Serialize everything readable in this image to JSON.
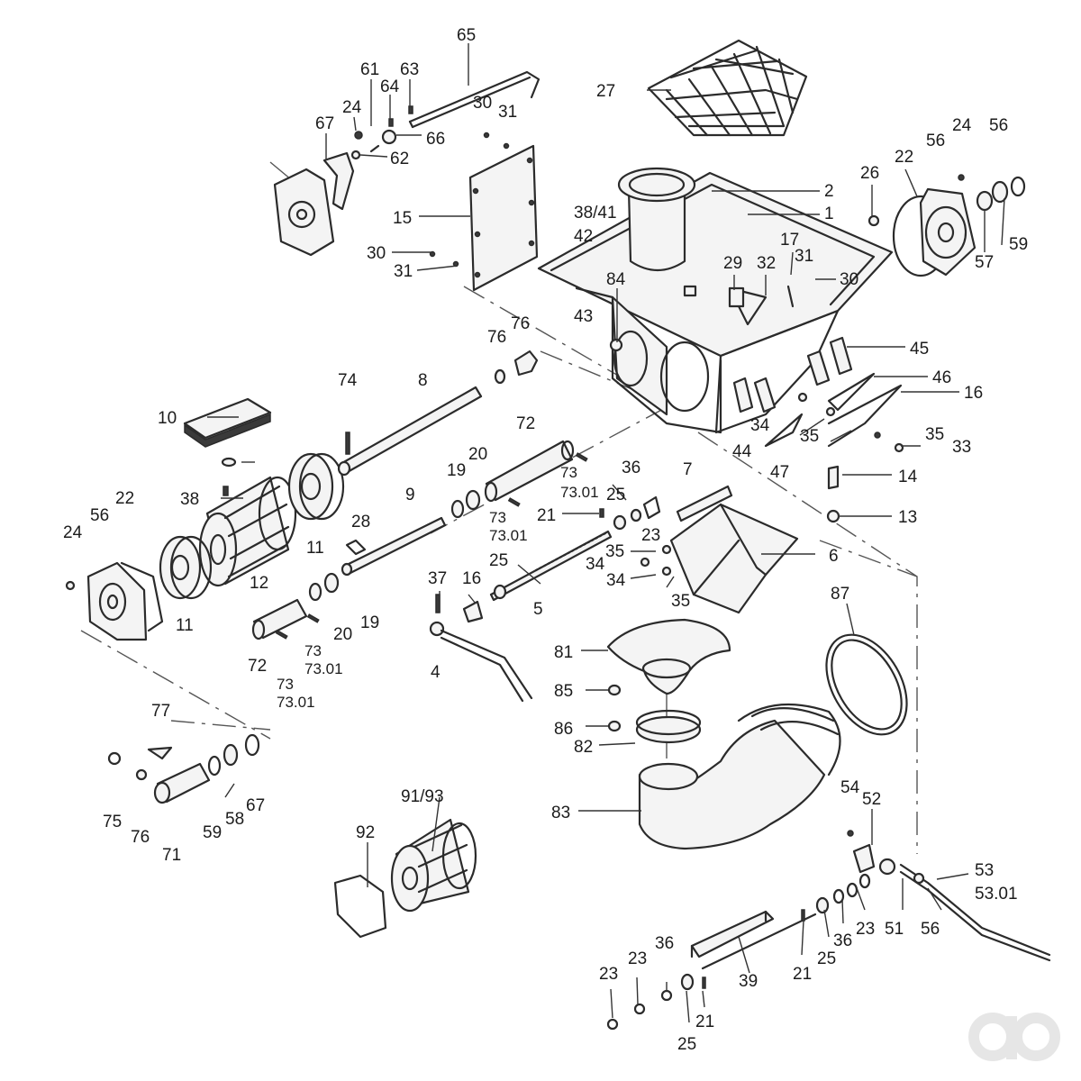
{
  "brand": {
    "logo": "ao-logo",
    "logo_color": "#e6e6e6"
  },
  "callouts": [
    {
      "id": "c65a",
      "text": "65"
    },
    {
      "id": "c61",
      "text": "61"
    },
    {
      "id": "c63",
      "text": "63"
    },
    {
      "id": "c64",
      "text": "64"
    },
    {
      "id": "c24a",
      "text": "24"
    },
    {
      "id": "c30a",
      "text": "30"
    },
    {
      "id": "c31a",
      "text": "31"
    },
    {
      "id": "c66",
      "text": "66"
    },
    {
      "id": "c67a",
      "text": "67"
    },
    {
      "id": "c62",
      "text": "62"
    },
    {
      "id": "c27",
      "text": "27"
    },
    {
      "id": "c15",
      "text": "15"
    },
    {
      "id": "c3841",
      "text": "38/41"
    },
    {
      "id": "c42",
      "text": "42"
    },
    {
      "id": "c30b",
      "text": "30"
    },
    {
      "id": "c31b",
      "text": "31"
    },
    {
      "id": "c2",
      "text": "2"
    },
    {
      "id": "c1",
      "text": "1"
    },
    {
      "id": "c26",
      "text": "26"
    },
    {
      "id": "c22a",
      "text": "22"
    },
    {
      "id": "c56a",
      "text": "56"
    },
    {
      "id": "c24b",
      "text": "24"
    },
    {
      "id": "c56b",
      "text": "56"
    },
    {
      "id": "c59a",
      "text": "59"
    },
    {
      "id": "c57",
      "text": "57"
    },
    {
      "id": "c17",
      "text": "17"
    },
    {
      "id": "c31c",
      "text": "31"
    },
    {
      "id": "c29",
      "text": "29"
    },
    {
      "id": "c32",
      "text": "32"
    },
    {
      "id": "c30c",
      "text": "30"
    },
    {
      "id": "c84",
      "text": "84"
    },
    {
      "id": "c43",
      "text": "43"
    },
    {
      "id": "c76a",
      "text": "76"
    },
    {
      "id": "c76b",
      "text": "76"
    },
    {
      "id": "c45",
      "text": "45"
    },
    {
      "id": "c46",
      "text": "46"
    },
    {
      "id": "c16a",
      "text": "16"
    },
    {
      "id": "c74",
      "text": "74"
    },
    {
      "id": "c8",
      "text": "8"
    },
    {
      "id": "c10",
      "text": "10"
    },
    {
      "id": "c72a",
      "text": "72"
    },
    {
      "id": "c34a",
      "text": "34"
    },
    {
      "id": "c35a",
      "text": "35"
    },
    {
      "id": "c35b",
      "text": "35"
    },
    {
      "id": "c33",
      "text": "33"
    },
    {
      "id": "c44",
      "text": "44"
    },
    {
      "id": "c47",
      "text": "47"
    },
    {
      "id": "c20a",
      "text": "20"
    },
    {
      "id": "c19a",
      "text": "19"
    },
    {
      "id": "c73a",
      "text": "73"
    },
    {
      "id": "c7301a",
      "text": "73.01"
    },
    {
      "id": "c36a",
      "text": "36"
    },
    {
      "id": "c7",
      "text": "7"
    },
    {
      "id": "c14",
      "text": "14"
    },
    {
      "id": "c38",
      "text": "38"
    },
    {
      "id": "c22b",
      "text": "22"
    },
    {
      "id": "c9",
      "text": "9"
    },
    {
      "id": "c25a",
      "text": "25"
    },
    {
      "id": "c21a",
      "text": "21"
    },
    {
      "id": "c13",
      "text": "13"
    },
    {
      "id": "c73b",
      "text": "73"
    },
    {
      "id": "c7301b",
      "text": "73.01"
    },
    {
      "id": "c23a",
      "text": "23"
    },
    {
      "id": "c56c",
      "text": "56"
    },
    {
      "id": "c28",
      "text": "28"
    },
    {
      "id": "c11a",
      "text": "11"
    },
    {
      "id": "c24c",
      "text": "24"
    },
    {
      "id": "c35c",
      "text": "35"
    },
    {
      "id": "c6",
      "text": "6"
    },
    {
      "id": "c25b",
      "text": "25"
    },
    {
      "id": "c34b",
      "text": "34"
    },
    {
      "id": "c12",
      "text": "12"
    },
    {
      "id": "c34c",
      "text": "34"
    },
    {
      "id": "c37",
      "text": "37"
    },
    {
      "id": "c16b",
      "text": "16"
    },
    {
      "id": "c11b",
      "text": "11"
    },
    {
      "id": "c20b",
      "text": "20"
    },
    {
      "id": "c19b",
      "text": "19"
    },
    {
      "id": "c5",
      "text": "5"
    },
    {
      "id": "c35d",
      "text": "35"
    },
    {
      "id": "c87",
      "text": "87"
    },
    {
      "id": "c72b",
      "text": "72"
    },
    {
      "id": "c73c",
      "text": "73"
    },
    {
      "id": "c7301c",
      "text": "73.01"
    },
    {
      "id": "c4",
      "text": "4"
    },
    {
      "id": "c81",
      "text": "81"
    },
    {
      "id": "c73d",
      "text": "73"
    },
    {
      "id": "c7301d",
      "text": "73.01"
    },
    {
      "id": "c85",
      "text": "85"
    },
    {
      "id": "c77",
      "text": "77"
    },
    {
      "id": "c86",
      "text": "86"
    },
    {
      "id": "c82",
      "text": "82"
    },
    {
      "id": "c75",
      "text": "75"
    },
    {
      "id": "c76c",
      "text": "76"
    },
    {
      "id": "c71",
      "text": "71"
    },
    {
      "id": "c59b",
      "text": "59"
    },
    {
      "id": "c58",
      "text": "58"
    },
    {
      "id": "c67b",
      "text": "67"
    },
    {
      "id": "c9193",
      "text": "91/93"
    },
    {
      "id": "c92",
      "text": "92"
    },
    {
      "id": "c83",
      "text": "83"
    },
    {
      "id": "c54",
      "text": "54"
    },
    {
      "id": "c52",
      "text": "52"
    },
    {
      "id": "c53",
      "text": "53"
    },
    {
      "id": "c5301",
      "text": "53.01"
    },
    {
      "id": "c23b",
      "text": "23"
    },
    {
      "id": "c36b",
      "text": "36"
    },
    {
      "id": "c51",
      "text": "51"
    },
    {
      "id": "c56d",
      "text": "56"
    },
    {
      "id": "c21b",
      "text": "21"
    },
    {
      "id": "c25c",
      "text": "25"
    },
    {
      "id": "c23c",
      "text": "23"
    },
    {
      "id": "c23d",
      "text": "23"
    },
    {
      "id": "c36c",
      "text": "36"
    },
    {
      "id": "c39",
      "text": "39"
    },
    {
      "id": "c21c",
      "text": "21"
    },
    {
      "id": "c25d",
      "text": "25"
    }
  ]
}
